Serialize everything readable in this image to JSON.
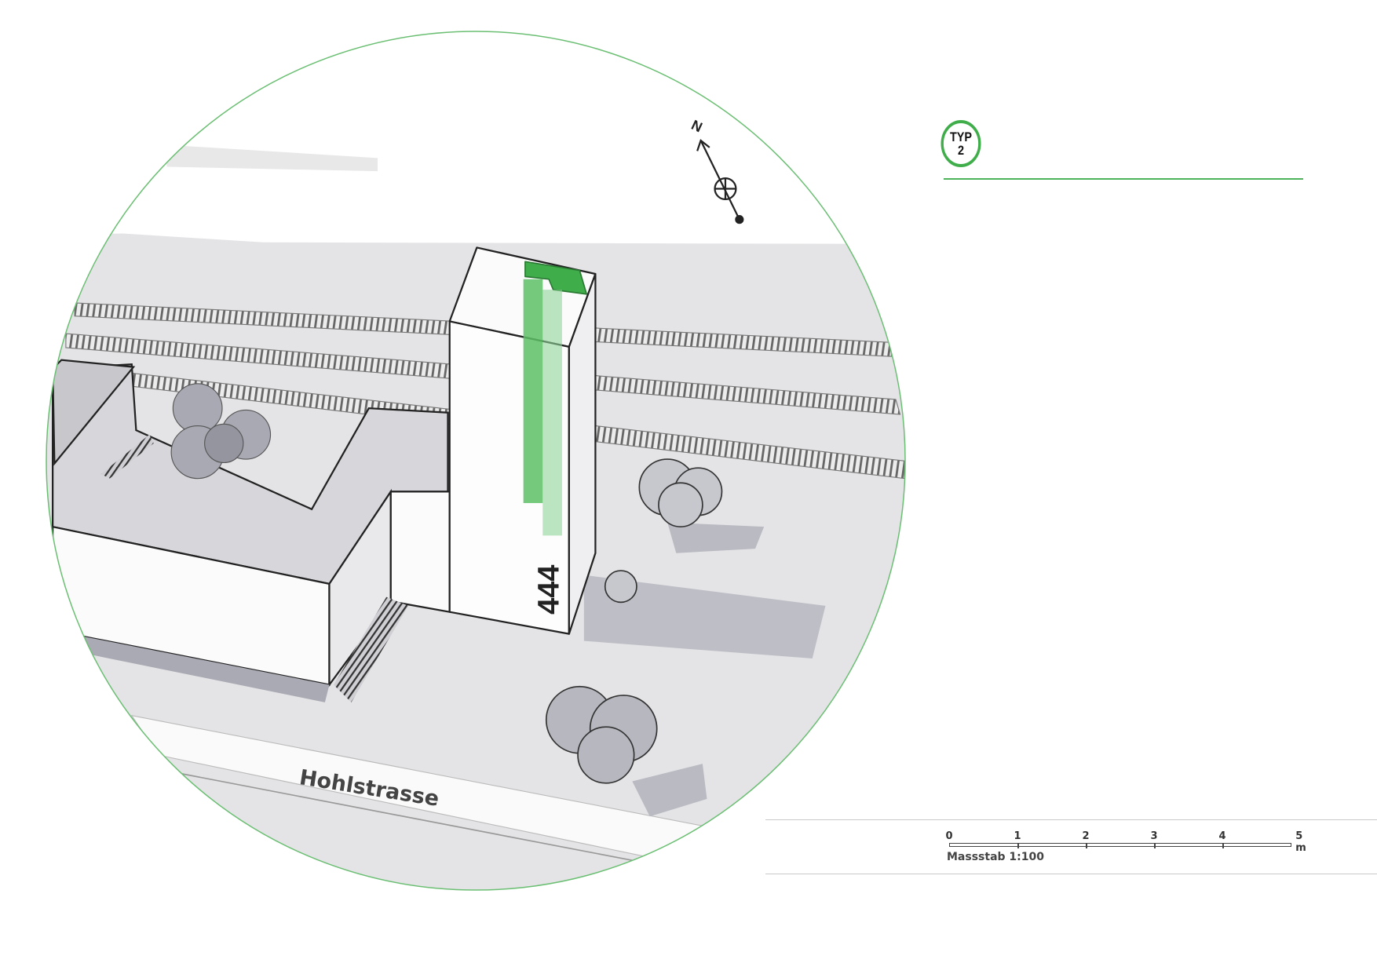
{
  "illustration": {
    "building_number": "444",
    "street_name": "Hohlstrasse",
    "north_label": "N"
  },
  "badge": {
    "line1": "TYP",
    "line2": "2"
  },
  "scale_bar": {
    "ticks": [
      "0",
      "1",
      "2",
      "3",
      "4",
      "5 m"
    ],
    "caption": "Massstab 1:100"
  },
  "colors": {
    "accent": "#3fae4a",
    "ground": "#e4e4e6",
    "shadow": "#b9bac2"
  }
}
